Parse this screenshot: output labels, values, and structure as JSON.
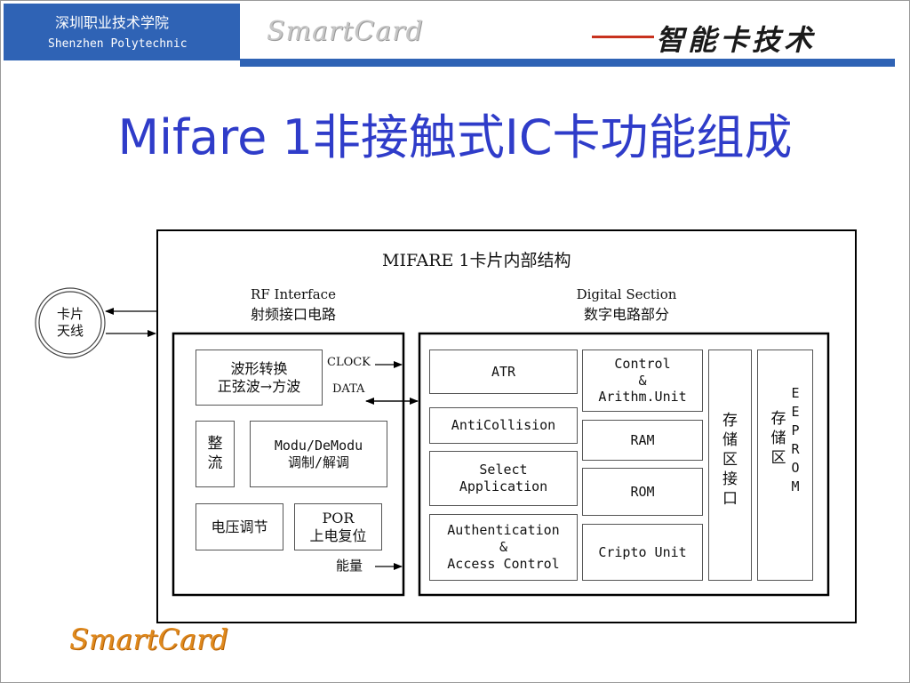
{
  "header": {
    "school_cn": "深圳职业技术学院",
    "school_en": "Shenzhen Polytechnic",
    "logo_text": "SmartCard",
    "course_title": "智能卡技术"
  },
  "title": "Mifare 1非接触式IC卡功能组成",
  "diagram": {
    "outer_title": "MIFARE 1卡片内部结构",
    "antenna": "卡片\n天线",
    "rf": {
      "label_en": "RF Interface",
      "label_cn": "射频接口电路",
      "waveform": "波形转换\n正弦波→方波",
      "rectifier": "整\n流",
      "modem": "Modu/DeModu\n调制/解调",
      "voltage": "电压调节",
      "por": "POR\n上电复位",
      "clock": "CLOCK",
      "data": "DATA",
      "energy": "能量"
    },
    "digital": {
      "label_en": "Digital Section",
      "label_cn": "数字电路部分",
      "atr": "ATR",
      "anticollision": "AntiCollision",
      "select": "Select\nApplication",
      "auth": "Authentication\n&\nAccess Control",
      "control": "Control\n&\nArithm.Unit",
      "ram": "RAM",
      "rom": "ROM",
      "cripto": "Cripto Unit",
      "storage_if": [
        "存",
        "储",
        "区",
        "接",
        "口"
      ],
      "storage": [
        "存",
        "储",
        "区"
      ],
      "eeprom": [
        "E",
        "E",
        "P",
        "R",
        "O",
        "M"
      ]
    }
  },
  "footer": {
    "logo_text": "SmartCard"
  }
}
